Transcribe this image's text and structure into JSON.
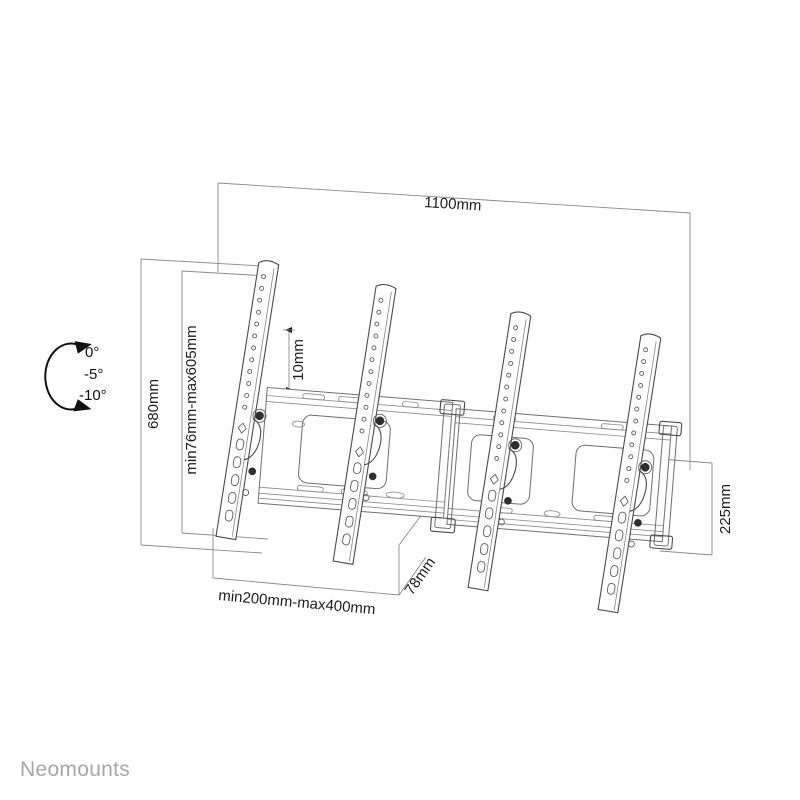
{
  "drawing": {
    "title": "Neomounts tilting TV wall mount — technical dimension drawing",
    "brand": "Neomounts",
    "background_color": "#ffffff",
    "line_color": "#6f6f6f",
    "text_color": "#1c1c1c",
    "brand_color": "#a7a7a7"
  },
  "dimensions": {
    "width_overall": "1100mm",
    "height_overall": "680mm",
    "bracket_range_vertical": "min76mm-max605mm",
    "bracket_range_horizontal": "min200mm-max400mm",
    "wall_distance": "78mm",
    "plate_height": "225mm",
    "rail_spacing": "10mm"
  },
  "tilt": {
    "label": "tilt-angle-indicator",
    "angles": [
      "0°",
      "-5°",
      "-10°"
    ]
  },
  "product": {
    "rail_count": 4,
    "plate_segments": 2
  }
}
